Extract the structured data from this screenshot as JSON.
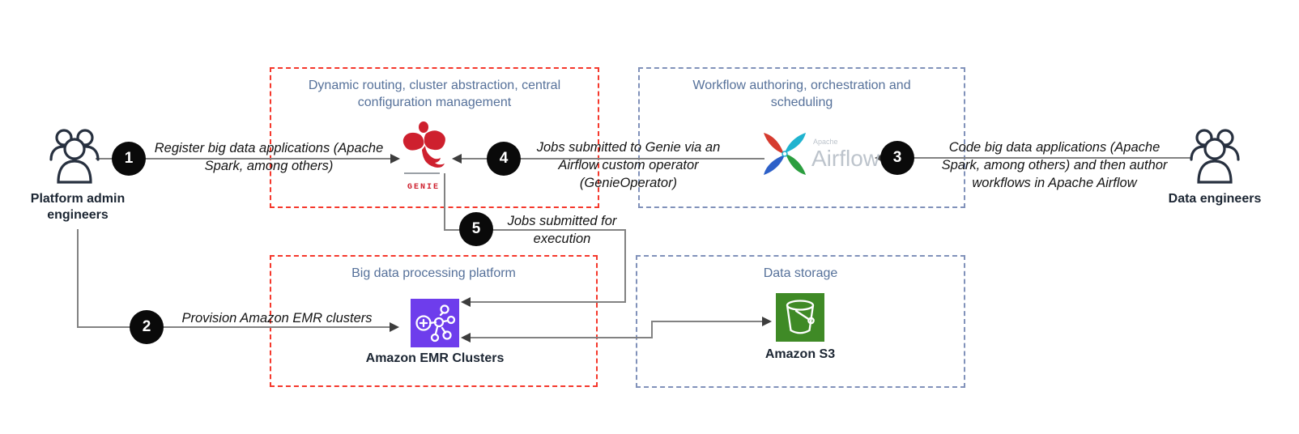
{
  "actors": {
    "platform_admin": {
      "lines": [
        "Platform admin",
        "engineers"
      ]
    },
    "data_engineers": {
      "label": "Data engineers"
    }
  },
  "boxes": {
    "genie": {
      "title_lines": [
        "Dynamic routing, cluster abstraction, central",
        "configuration management"
      ]
    },
    "airflow": {
      "title_lines": [
        "Workflow authoring, orchestration and",
        "scheduling"
      ]
    },
    "emr": {
      "title_lines": [
        "Big data processing platform"
      ]
    },
    "s3": {
      "title_lines": [
        "Data storage"
      ]
    }
  },
  "nodes": {
    "genie": {
      "wordmark": "GENIE"
    },
    "airflow": {
      "brand_small": "Apache",
      "brand_large": "Airflow"
    },
    "emr": {
      "label": "Amazon EMR Clusters"
    },
    "s3": {
      "label": "Amazon S3"
    }
  },
  "steps": [
    {
      "number": "1",
      "lines": [
        "Register big data applications (Apache",
        "Spark, among others)"
      ]
    },
    {
      "number": "2",
      "lines": [
        "Provision Amazon EMR clusters"
      ]
    },
    {
      "number": "3",
      "lines": [
        "Code big data applications (Apache",
        "Spark, among others) and then author",
        "workflows in Apache Airflow"
      ]
    },
    {
      "number": "4",
      "lines": [
        "Jobs submitted to Genie via an",
        "Airflow custom operator",
        "(GenieOperator)"
      ]
    },
    {
      "number": "5",
      "lines": [
        "Jobs submitted for",
        "execution"
      ]
    }
  ],
  "icons": [
    "users-icon",
    "genie-icon",
    "airflow-pinwheel-icon",
    "emr-cluster-icon",
    "s3-bucket-icon"
  ],
  "colors": {
    "red_dashed_box": "#f5382c",
    "blue_dashed_box": "#8192ba",
    "box_title_text": "#56719a",
    "connector_gray": "#828282",
    "arrowhead_dark": "#3d3d3d",
    "step_circle": "#0a0a0a",
    "genie_red": "#ce202e",
    "emr_purple": "#6e3dec",
    "s3_green": "#3f8a26",
    "people_outline": "#27303f",
    "airflow_wordmark_gray": "#bdc4cc"
  }
}
